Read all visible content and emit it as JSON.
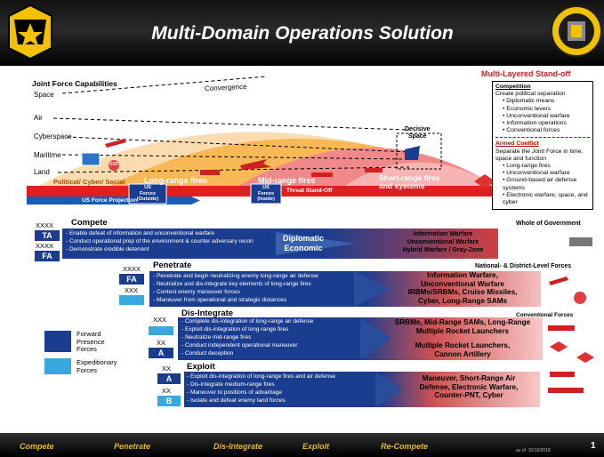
{
  "title": "Multi-Domain Operations Solution",
  "left_axis": {
    "heading": "Joint Force Capabilities",
    "domains": [
      "Space",
      "Air",
      "Cyberspace",
      "Maritime",
      "Land"
    ],
    "convergence": "Convergence"
  },
  "arc_labels": {
    "political": "Political/ Cyber/ Social",
    "long_range": "Long-range fires",
    "mid_range": "Mid-range fires",
    "short_range": "Short-range fires\nand systems",
    "decisive_space": "Decisive\nSpace",
    "sof": "SOF",
    "us_forces_outside": "US\nForces\n(Outside)",
    "us_forces_inside": "US\nForces\n(Inside)",
    "threat_standoff": "Threat Stand-Off",
    "us_force_projection": "US Force Projection"
  },
  "standoff_box": {
    "heading": "Multi-Layered Stand-off",
    "competition_title": "Competition",
    "competition_intro": "Create political separation",
    "competition_items": [
      "Diplomatic means",
      "Economic levers",
      "Unconventional warfare",
      "Information operations",
      "Conventional forces"
    ],
    "armed_title": "Armed Conflict",
    "armed_intro": "Separate the Joint Force in time, space and function",
    "armed_items": [
      "Long-range fires",
      "Unconventional warfare",
      "Ground-based air defense systems",
      "Electronic warfare, space, and cyber"
    ]
  },
  "phases": {
    "compete": {
      "title": "Compete",
      "right_heading": "Whole of Government",
      "echelons": [
        "XXXX",
        "TA",
        "XXXX",
        "FA"
      ],
      "tasks": [
        "- Enable defeat of information and unconventional warfare",
        "- Conduct operational prep of the environment & counter adversary recon",
        "- Demonstrate credible deterrent"
      ],
      "center": "Diplomatic\nEconomic",
      "threat": "Information Warfare\nUnconventional Warfare\nHybrid Warfare / Gray-Zone"
    },
    "penetrate": {
      "title": "Penetrate",
      "right_heading": "National- & District-Level Forces",
      "echelons": [
        "XXXX",
        "FA",
        "XXX",
        ""
      ],
      "tasks": [
        "- Penetrate and begin neutralizing enemy long-range air defense",
        "- Neutralize and dis-integrate key elements of long-range fires",
        "- Contest enemy maneuver forces",
        "- Maneuver from operational and strategic distances"
      ],
      "threat": "Information Warfare,\nUnconventional Warfare\nIRBMs/SRBMs, Cruise Missiles,\nCyber, Long-Range SAMs"
    },
    "disintegrate": {
      "title": "Dis-Integrate",
      "right_heading": "Conventional Forces",
      "echelons": [
        "XXX",
        "",
        "XX",
        "A"
      ],
      "tasks": [
        "- Complete dis-integration of long-range air defense",
        "- Exploit dis-integration of long-range fires",
        "- Neutralize mid-range fires",
        "- Conduct independent operational maneuver",
        "- Conduct deception"
      ],
      "threat1": "SRBMs, Mid-Range SAMs, Long-Range\nMultiple Rocket Launchers",
      "threat2": "Multiple Rocket Launchers,\nCannon Artillery"
    },
    "exploit": {
      "title": "Exploit",
      "echelons": [
        "XX",
        "A",
        "XX",
        "B"
      ],
      "tasks": [
        "- Exploit dis-integration of long-range fires and air defense",
        "- Dis-integrate medium-range fires",
        "- Maneuver to positions of advantage",
        "- Isolate and defeat enemy land forces"
      ],
      "threat": "Maneuver, Short-Range Air\nDefense, Electronic Warfare,\nCounter-PNT, Cyber"
    }
  },
  "legend": {
    "forward": "Forward\nPresence\nForces",
    "expeditionary": "Expeditionary\nForces"
  },
  "footer": {
    "items": [
      "Compete",
      "Penetrate",
      "Dis-Integrate",
      "Exploit",
      "Re-Compete"
    ],
    "page": "1",
    "date": "as of: 10/16/2018"
  },
  "colors": {
    "blue_band": "#1a3d8f",
    "red_band": "#c8232c",
    "light_blue": "#3aa8e0",
    "orange": "#f5a623"
  }
}
